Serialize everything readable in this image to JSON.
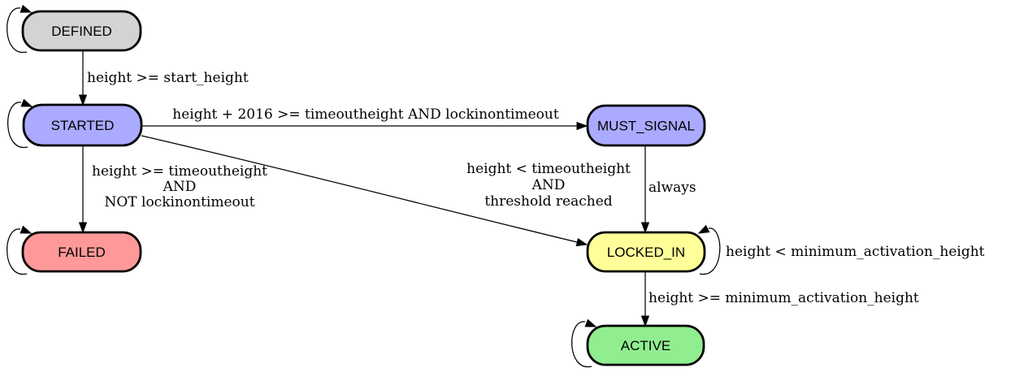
{
  "colors": {
    "background": "#ffffff",
    "node_border": "#000000",
    "edge": "#000000",
    "label_text": "#000000",
    "defined_fill": "#d3d3d3",
    "started_fill": "#aaaaff",
    "failed_fill": "#ff9999",
    "must_signal_fill": "#aaaaff",
    "locked_in_fill": "#ffff99",
    "active_fill": "#90ee90"
  },
  "nodes": {
    "defined": {
      "label": "DEFINED",
      "fill": "#d3d3d3",
      "has_self_loop": true
    },
    "started": {
      "label": "STARTED",
      "fill": "#aaaaff",
      "has_self_loop": true
    },
    "failed": {
      "label": "FAILED",
      "fill": "#ff9999",
      "has_self_loop": true
    },
    "must_signal": {
      "label": "MUST_SIGNAL",
      "fill": "#aaaaff",
      "has_self_loop": false
    },
    "locked_in": {
      "label": "LOCKED_IN",
      "fill": "#ffff99",
      "has_self_loop": true
    },
    "active": {
      "label": "ACTIVE",
      "fill": "#90ee90",
      "has_self_loop": true
    }
  },
  "edges": {
    "defined_started": {
      "from": "DEFINED",
      "to": "STARTED",
      "label": "height >= start_height"
    },
    "started_must_signal": {
      "from": "STARTED",
      "to": "MUST_SIGNAL",
      "label": "height + 2016 >= timeoutheight AND lockinontimeout"
    },
    "started_failed": {
      "from": "STARTED",
      "to": "FAILED",
      "line1": "height >= timeoutheight",
      "line2": "AND",
      "line3": "NOT lockinontimeout"
    },
    "started_locked_in": {
      "from": "STARTED",
      "to": "LOCKED_IN",
      "line1": "height < timeoutheight",
      "line2": "AND",
      "line3": "threshold reached"
    },
    "must_signal_locked_in": {
      "from": "MUST_SIGNAL",
      "to": "LOCKED_IN",
      "label": "always"
    },
    "locked_in_self": {
      "from": "LOCKED_IN",
      "to": "LOCKED_IN",
      "label": "height < minimum_activation_height"
    },
    "locked_in_active": {
      "from": "LOCKED_IN",
      "to": "ACTIVE",
      "label": "height >= minimum_activation_height"
    },
    "defined_self": {
      "from": "DEFINED",
      "to": "DEFINED",
      "label": ""
    },
    "started_self": {
      "from": "STARTED",
      "to": "STARTED",
      "label": ""
    },
    "failed_self": {
      "from": "FAILED",
      "to": "FAILED",
      "label": ""
    },
    "active_self": {
      "from": "ACTIVE",
      "to": "ACTIVE",
      "label": ""
    }
  }
}
